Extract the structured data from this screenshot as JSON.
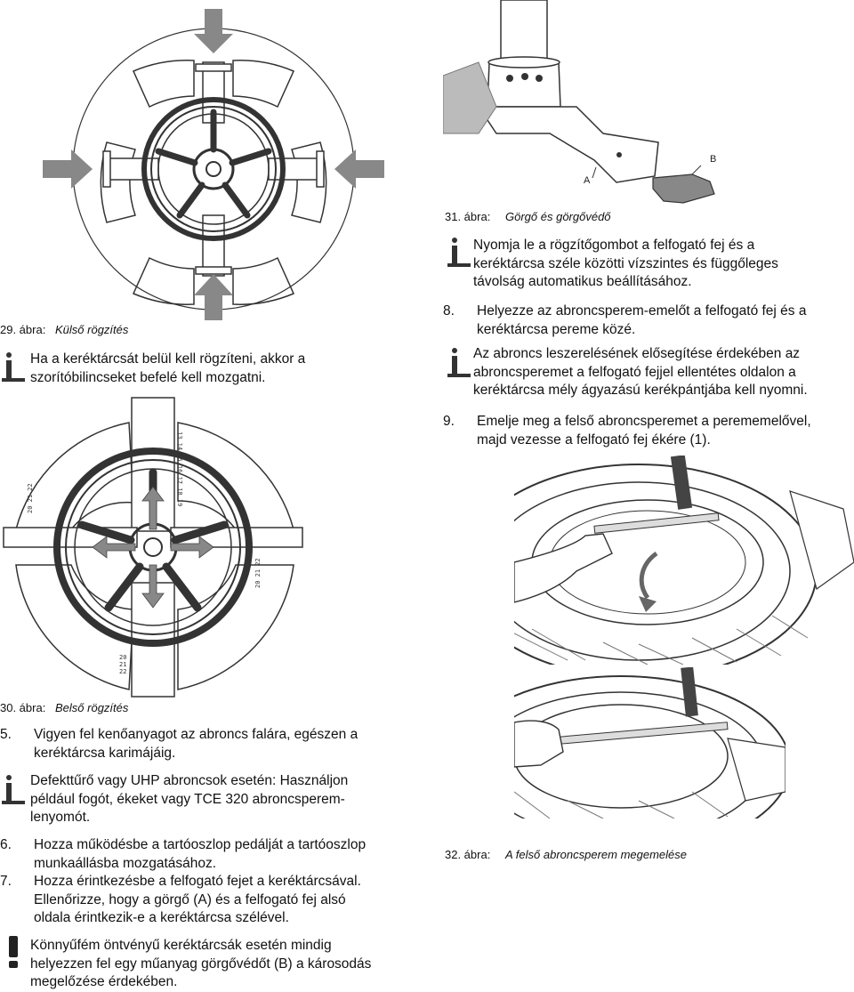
{
  "captions": {
    "fig29": {
      "num": "29. ábra:",
      "text": "Külső rögzítés"
    },
    "fig30": {
      "num": "30. ábra:",
      "text": "Belső rögzítés"
    },
    "fig31": {
      "num": "31. ábra:",
      "text": "Görgő és görgővédő"
    },
    "fig32": {
      "num": "32. ábra:",
      "text": "A felső abroncsperem megemelése"
    }
  },
  "fig31_labels": {
    "a": "A",
    "b": "B"
  },
  "fig30_scale": {
    "top": [
      "13",
      "14",
      "15",
      "16",
      "17",
      "18",
      "19"
    ],
    "left": [
      "20",
      "21",
      "22"
    ],
    "right": [
      "20",
      "21",
      "22"
    ],
    "bottom": [
      "20",
      "21",
      "22"
    ]
  },
  "notes": {
    "note_inner_clamp": [
      "Ha a keréktárcsát belül kell rögzíteni, akkor a",
      "szorítóbilincseket befelé kell mozgatni."
    ],
    "note_runflat": [
      "Defekttűrő vagy UHP abroncsok esetén: Használjon",
      "például fogót, ékeket vagy TCE 320 abroncsperem-",
      "lenyomót."
    ],
    "note_warning": [
      "Könnyűfém öntvényű keréktárcsák esetén mindig",
      "helyezzen fel egy műanyag görgővédőt (B) a károsodás",
      "megelőzése érdekében."
    ],
    "note_lock": [
      "Nyomja le a rögzítőgombot a felfogató fej és a",
      "keréktárcsa széle közötti vízszintes és függőleges",
      "távolság automatikus beállításához."
    ],
    "note_lever": [
      "Az abroncs leszerelésének elősegítése érdekében az",
      "abroncsperemet a felfogató fejjel ellentétes oldalon a",
      "keréktárcsa mély ágyazású kerékpántjába kell nyomni."
    ]
  },
  "steps": {
    "s5": {
      "n": "5.",
      "lines": [
        "Vigyen fel kenőanyagot az abroncs falára, egészen a",
        "keréktárcsa karimájáig."
      ]
    },
    "s6": {
      "n": "6.",
      "lines": [
        "Hozza működésbe a tartóoszlop pedálját a tartóoszlop",
        "munkaállásba mozgatásához."
      ]
    },
    "s7": {
      "n": "7.",
      "lines": [
        "Hozza érintkezésbe a felfogató fejet a keréktárcsával.",
        "Ellenőrizze, hogy a görgő (A) és a felfogató fej alsó",
        "oldala érintkezik-e a keréktárcsa szélével."
      ]
    },
    "s8": {
      "n": "8.",
      "lines": [
        "Helyezze az abroncsperem-emelőt a felfogató fej és a",
        "keréktárcsa pereme közé."
      ]
    },
    "s9": {
      "n": "9.",
      "lines": [
        "Emelje meg a felső abroncsperemet a perememelővel,",
        "majd vezesse a felfogató fej ékére (1)."
      ]
    }
  },
  "icons": {
    "info": "info-icon",
    "warning": "exclamation-icon"
  }
}
